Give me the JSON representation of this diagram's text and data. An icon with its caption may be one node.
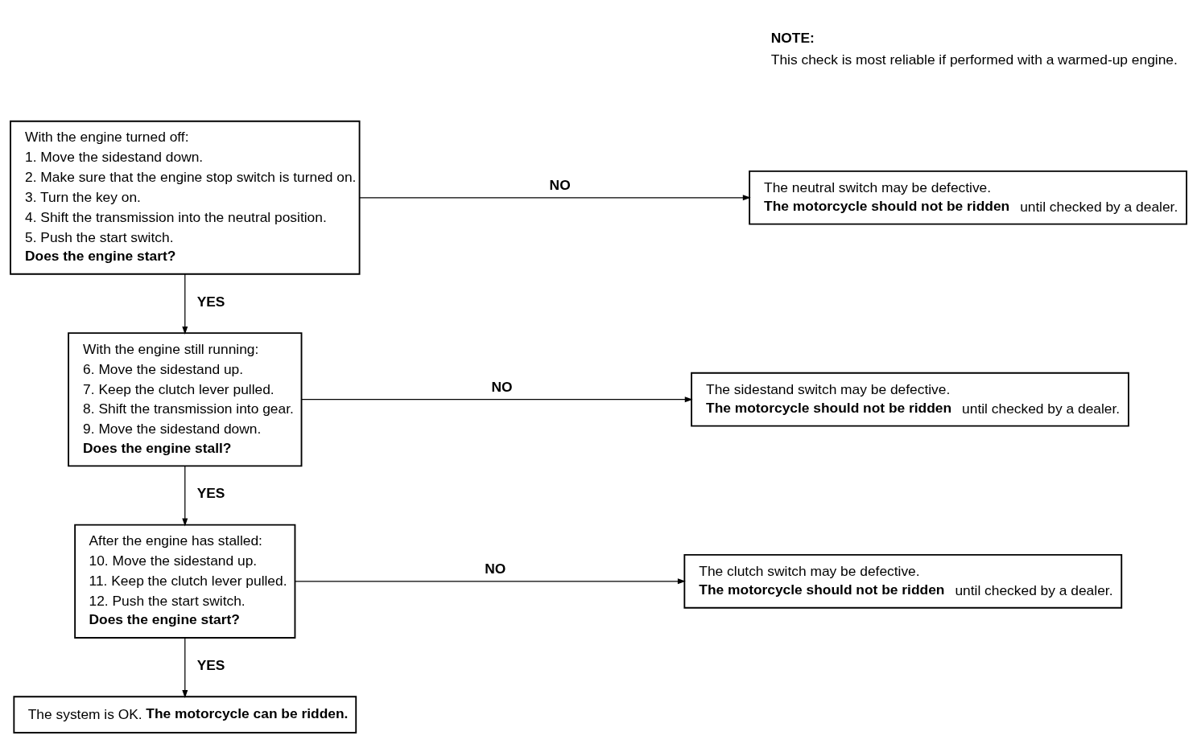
{
  "diagram": {
    "nodes": [
      {
        "text": [
          "With the engine turned off:",
          "1. Move the sidestand down.",
          "2. Make sure that the engine stop switch is turned on.",
          "3. Turn the key on.",
          "4. Shift the transmission into the neutral position.",
          "5. Push the start switch.",
          "Does the engine start?"
        ]
      },
      {
        "text": [
          "The neutral switch may be defective.",
          "**The motorcycle should not be ridden** until checked by a dealer."
        ]
      },
      {
        "text": [
          "With the engine still running:",
          "6. Move the sidestand up.",
          "7. Keep the clutch lever pulled.",
          "8. Shift the transmission into gear.",
          "9. Move the sidestand down.",
          "Does the engine stall?"
        ]
      },
      {
        "text": [
          "The sidestand switch may be defective.",
          "**The motorcycle should not be ridden** until checked by a dealer."
        ]
      },
      {
        "text": [
          "After the engine has stalled:",
          "10. Move the sidestand up.",
          "11. Keep the clutch lever pulled.",
          "12. Push the start switch.",
          "Does the engine start?"
        ]
      },
      {
        "text": [
          "The clutch switch may be defective.",
          "**The motorcycle should not be ridden** until checked by a dealer."
        ]
      },
      {
        "text": [
          "The system is OK. **The motorcycle can be ridden.**"
        ]
      }
    ],
    "edges": [
      {
        "from": 0,
        "to": 2,
        "arrow": "to",
        "label": "YES"
      },
      {
        "from": 0,
        "to": 1,
        "arrow": "to",
        "label": "NO"
      },
      {
        "from": 2,
        "to": 4,
        "arrow": "to",
        "label": "YES"
      },
      {
        "from": 2,
        "to": 3,
        "arrow": "to",
        "label": "NO"
      },
      {
        "from": 4,
        "to": 6,
        "arrow": "to",
        "label": "YES"
      },
      {
        "from": 4,
        "to": 5,
        "arrow": "to",
        "label": "NO"
      }
    ],
    "labels": [
      "NOTE:",
      "This check is most reliable if performed with a warmed-up engine."
    ]
  }
}
